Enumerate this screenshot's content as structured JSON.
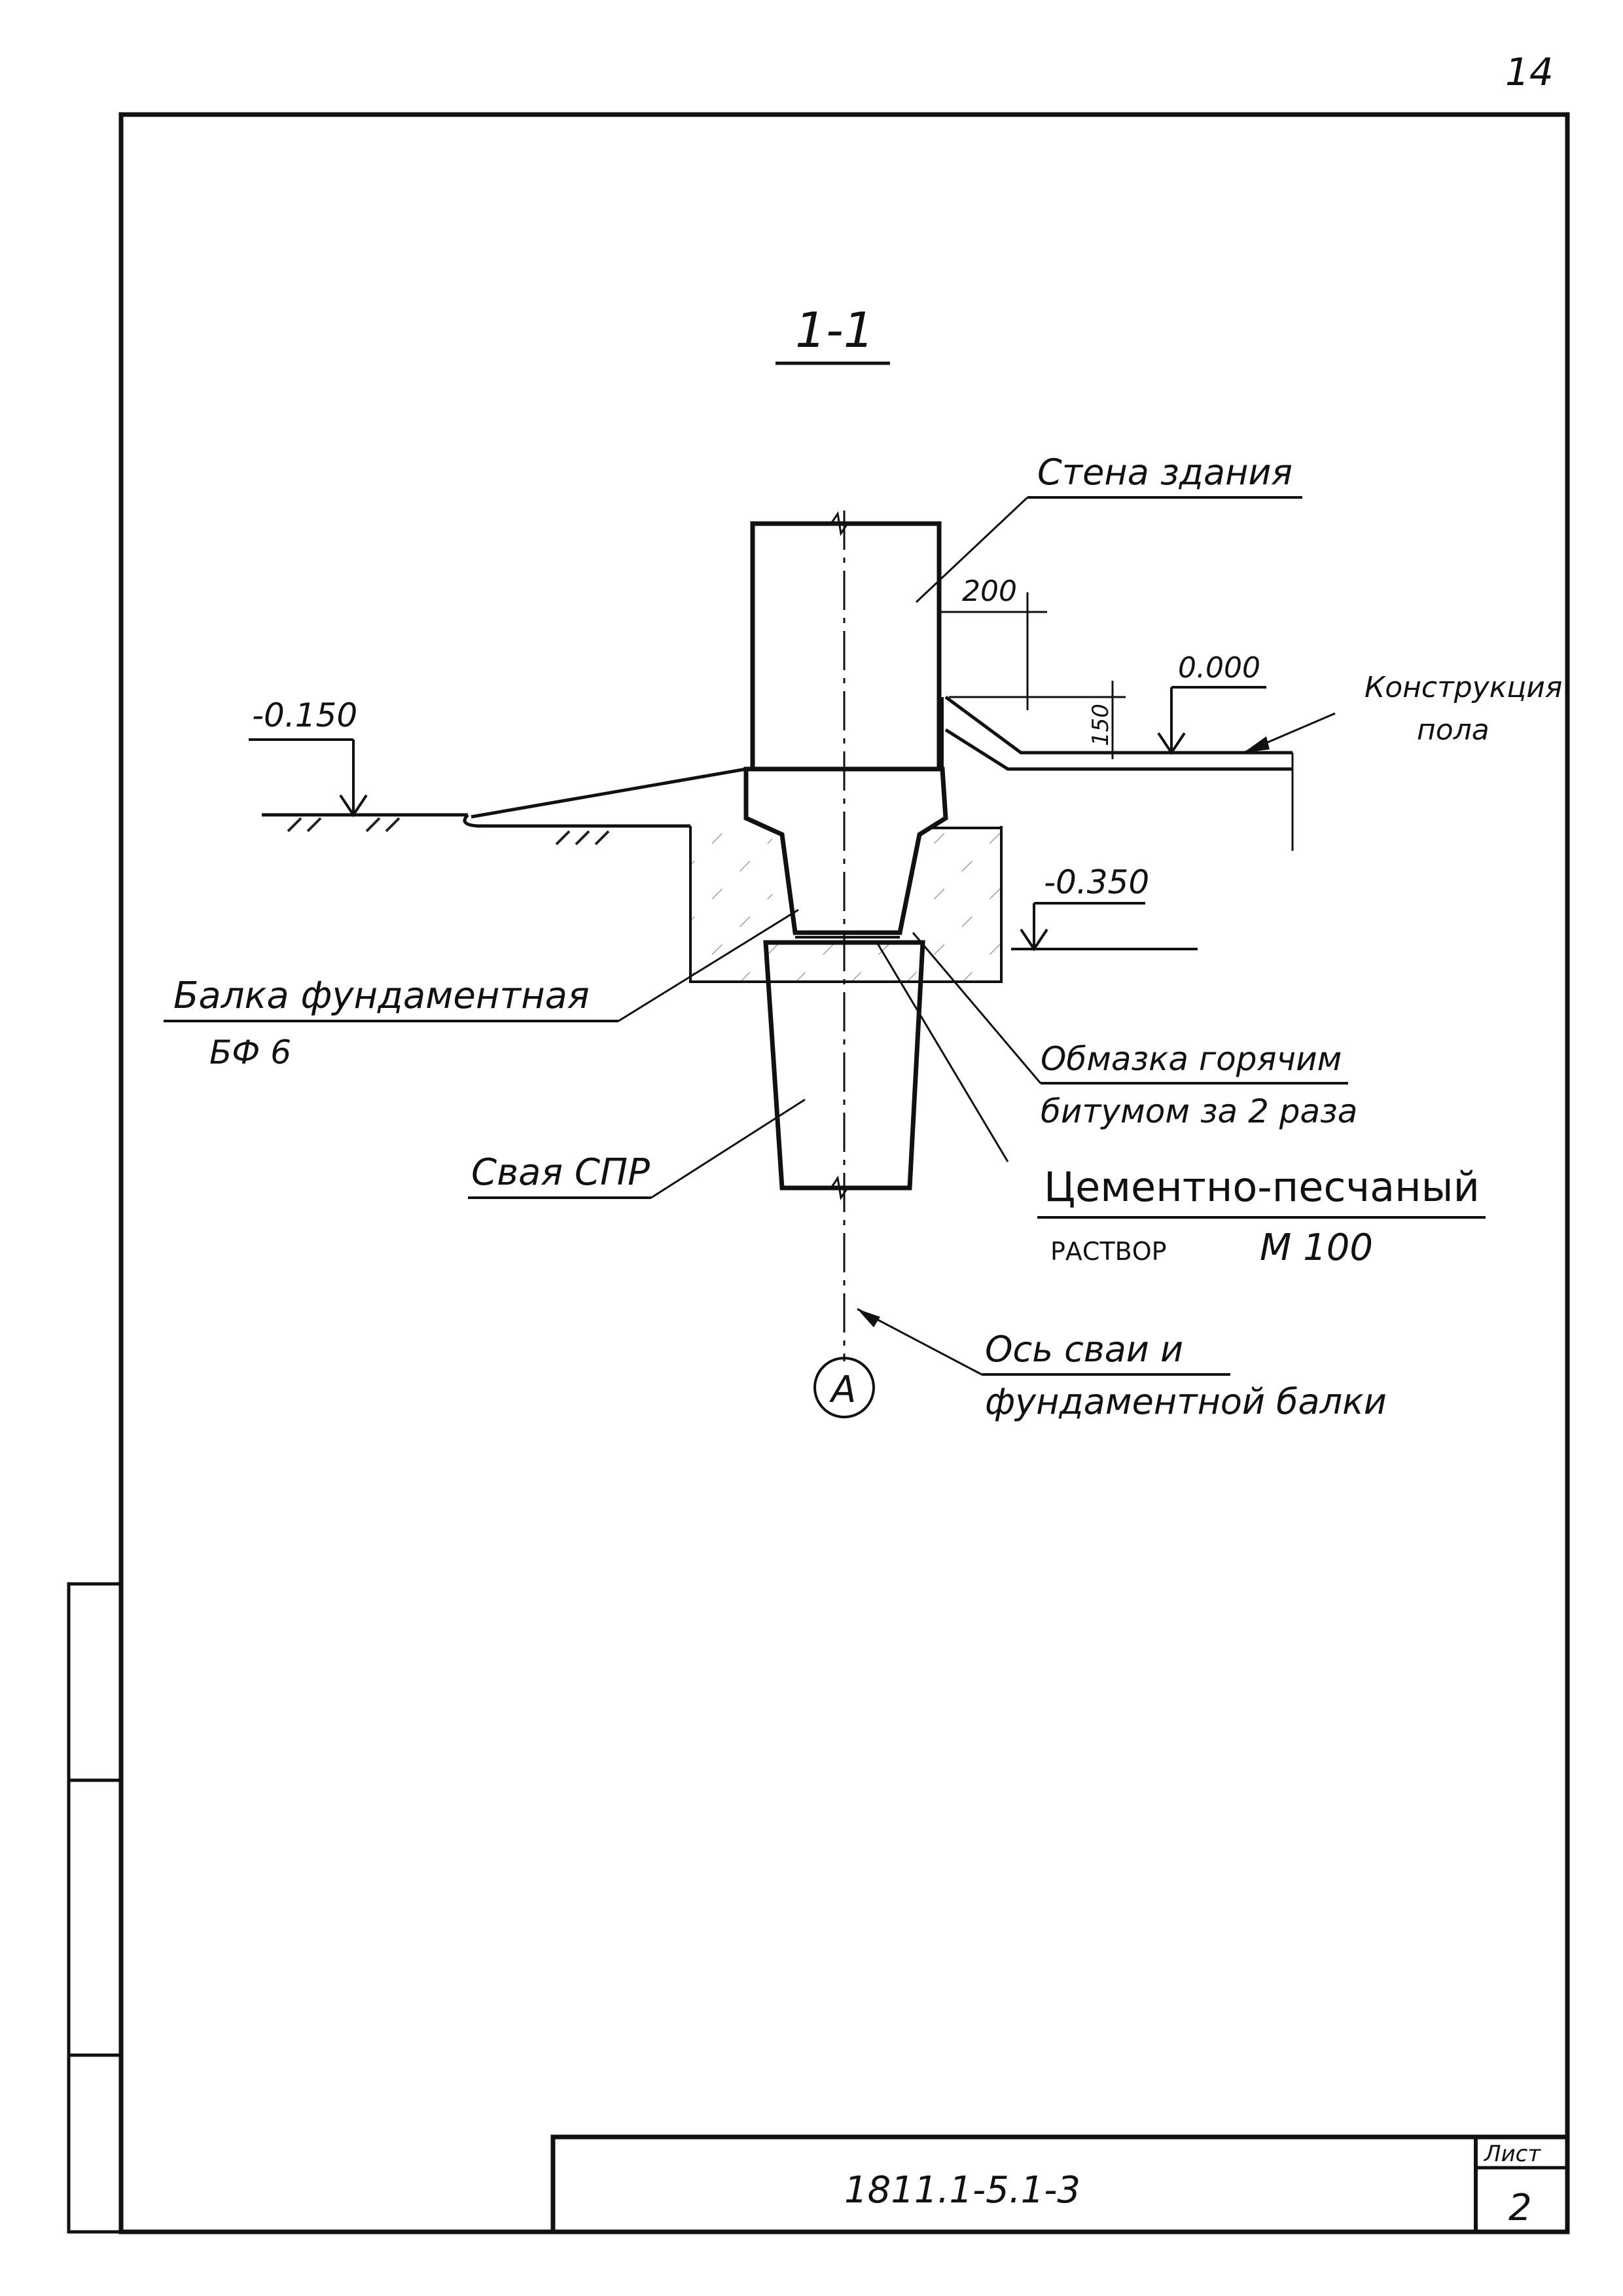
{
  "page_number": "14",
  "section_title": "1-1",
  "labels": {
    "wall": "Стена здания",
    "floor_construction_line1": "Конструкция",
    "floor_construction_line2": "пола",
    "level_left": "-0.150",
    "level_zero": "0.000",
    "level_bottom": "-0.350",
    "dim_200": "200",
    "dim_150": "150",
    "beam_line1": "Балка фундаментная",
    "beam_line2": "БФ 6",
    "coating_line1": "Обмазка горячим",
    "coating_line2": "битумом за 2 раза",
    "mortar_line1": "Цементно-песчаный",
    "mortar_line2": "РАСТВОР",
    "mortar_grade": "М 100",
    "pile": "Свая СПР",
    "axis_line1": "Ось сваи и",
    "axis_line2": "фундаментной балки",
    "axis_mark": "А"
  },
  "title_block": {
    "code": "1811.1-5.1-3",
    "sheet_label": "Лист",
    "sheet_number": "2"
  }
}
